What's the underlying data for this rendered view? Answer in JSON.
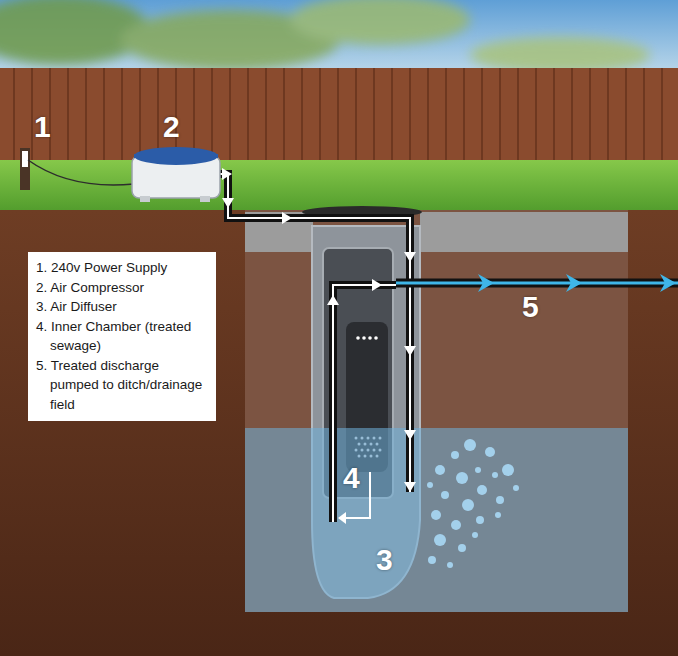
{
  "diagram": {
    "nodes": [
      {
        "text": [
          "1. 240v Power Supply",
          "2. Air Compressor",
          "3. Air Diffuser",
          "4. Inner Chamber (treated sewage)",
          "5. Treated discharge pumped to ditch/drainage field"
        ]
      }
    ],
    "labels": [
      "1",
      "2",
      "3",
      "4",
      "5"
    ]
  }
}
